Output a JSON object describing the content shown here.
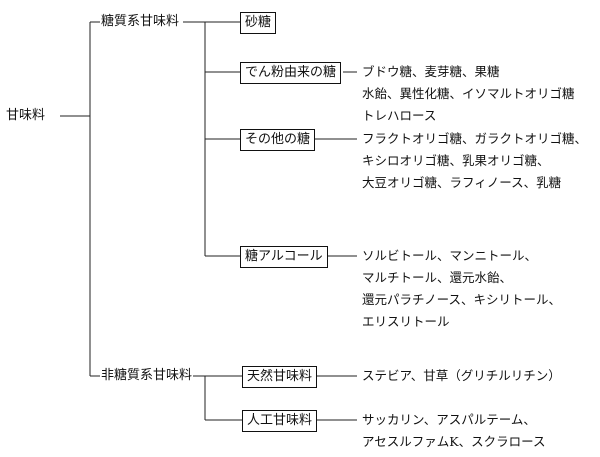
{
  "root": {
    "label": "甘味料"
  },
  "categories": [
    {
      "label": "糖質系甘味料",
      "children": [
        {
          "label": "砂糖",
          "lines": []
        },
        {
          "label": "でん粉由来の糖",
          "lines": [
            "ブドウ糖、麦芽糖、果糖",
            "水飴、異性化糖、イソマルトオリゴ糖",
            "トレハロース"
          ]
        },
        {
          "label": "その他の糖",
          "lines": [
            "フラクトオリゴ糖、ガラクトオリゴ糖、",
            "キシロオリゴ糖、乳果オリゴ糖、",
            "大豆オリゴ糖、ラフィノース、乳糖"
          ]
        },
        {
          "label": "糖アルコール",
          "lines": [
            "ソルビトール、マンニトール、",
            "マルチトール、還元水飴、",
            "還元パラチノース、キシリトール、",
            "エリスリトール"
          ]
        }
      ]
    },
    {
      "label": "非糖質系甘味料",
      "children": [
        {
          "label": "天然甘味料",
          "lines": [
            "ステビア、甘草（グリチルリチン）"
          ]
        },
        {
          "label": "人工甘味料",
          "lines": [
            "サッカリン、アスパルテーム、",
            "アセスルファムK、スクラロース"
          ]
        }
      ]
    }
  ]
}
